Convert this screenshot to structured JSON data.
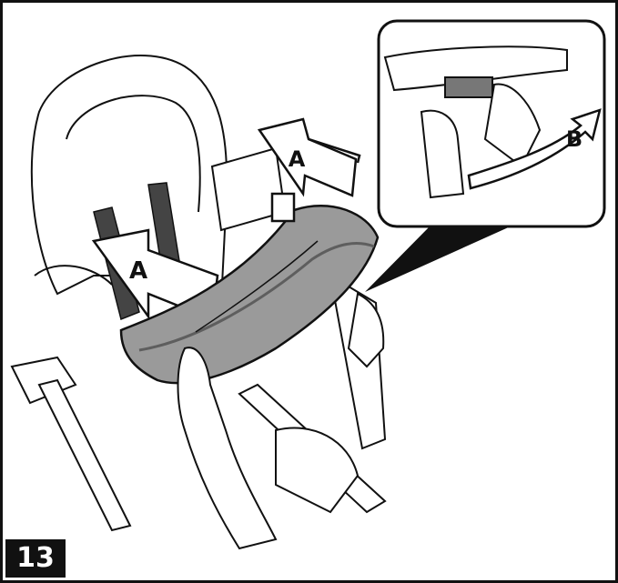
{
  "figure": {
    "step_number": "13",
    "labels": {
      "arrow_a_upper": "A",
      "arrow_a_lower": "A",
      "arrow_b": "B"
    },
    "colors": {
      "line": "#111111",
      "tray_fill": "#9a9a9a",
      "tray_shadow": "#5e5e5e",
      "background": "#ffffff"
    }
  }
}
